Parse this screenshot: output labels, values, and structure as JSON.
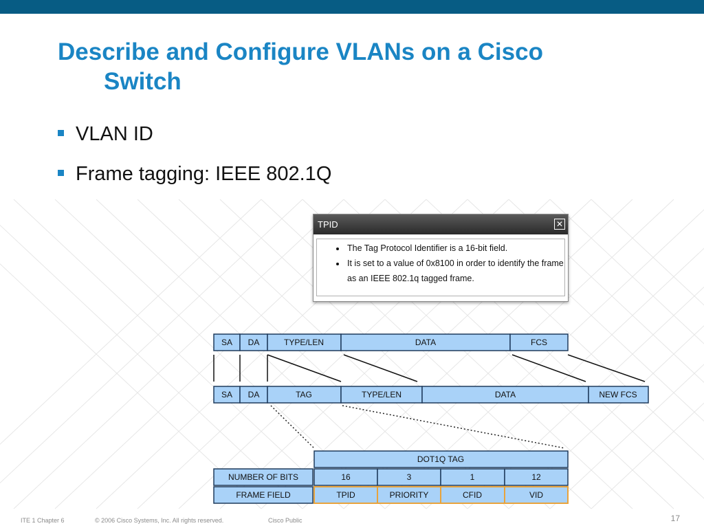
{
  "slide": {
    "title_line1": "Describe and Configure VLANs on a Cisco",
    "title_line2": "Switch",
    "bullets": [
      "VLAN ID",
      "Frame tagging:  IEEE 802.1Q"
    ],
    "accent_color": "#1a85c4",
    "topbar_color": "#075c84"
  },
  "popup": {
    "title": "TPID",
    "close_icon": "close-icon",
    "lines": [
      "The Tag Protocol Identifier is a 16-bit field.",
      "It is set to a value of 0x8100 in order to identify the frame as an IEEE 802.1q tagged frame."
    ]
  },
  "frames": {
    "original": [
      "SA",
      "DA",
      "TYPE/LEN",
      "DATA",
      "FCS"
    ],
    "tagged": [
      "SA",
      "DA",
      "TAG",
      "TYPE/LEN",
      "DATA",
      "NEW FCS"
    ]
  },
  "dot1q": {
    "header": "DOT1Q TAG",
    "row_bits_label": "NUMBER OF BITS",
    "row_field_label": "FRAME FIELD",
    "bits": [
      "16",
      "3",
      "1",
      "12"
    ],
    "fields": [
      "TPID",
      "PRIORITY",
      "CFID",
      "VID"
    ],
    "cell_color": "#a9d2f8",
    "highlight_color": "#e8a33c"
  },
  "footer": {
    "left": "ITE 1 Chapter 6",
    "copyright": "© 2006 Cisco Systems, Inc. All rights reserved.",
    "classification": "Cisco Public",
    "page": "17"
  }
}
